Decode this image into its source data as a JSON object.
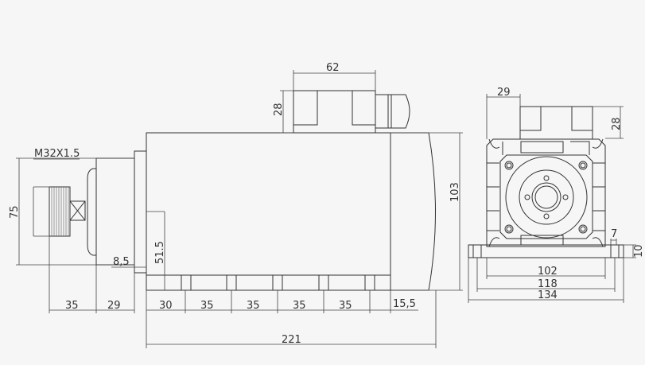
{
  "side_view": {
    "thread_label": "M32X1.5",
    "dims": {
      "connector_width": "62",
      "connector_height": "28",
      "body_height": "103",
      "nose_diameter": "75",
      "foot_height": "51.5",
      "offset": "8,5",
      "nose_length": "35",
      "flange_length": "29",
      "hole_first": "30",
      "hole_pitch_1": "35",
      "hole_pitch_2": "35",
      "hole_pitch_3": "35",
      "hole_pitch_4": "35",
      "hole_last": "15,5",
      "total_length": "221"
    }
  },
  "end_view": {
    "dims": {
      "connector_offset": "29",
      "connector_height": "28",
      "slot_width": "7",
      "base_thickness": "10",
      "body_width": "102",
      "hole_spacing": "118",
      "base_width": "134"
    }
  }
}
